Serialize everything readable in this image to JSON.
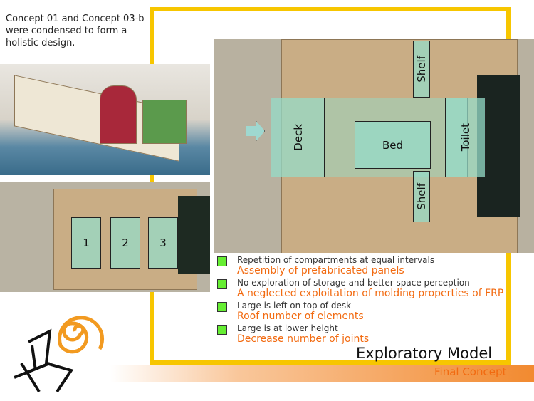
{
  "intro_text": "Concept 01 and Concept 03-b were condensed to form a holistic design.",
  "model_labels": {
    "deck": "Deck",
    "bed": "Bed",
    "toilet": "Toilet",
    "shelf_top": "Shelf",
    "shelf_bottom": "Shelf",
    "c1": "1",
    "c2": "2",
    "c3": "3"
  },
  "bullets": [
    {
      "black": "Repetition of compartments at equal intervals",
      "orange": "Assembly of prefabricated panels"
    },
    {
      "black": "No exploration of storage and better space perception",
      "orange": "A neglected exploitation of molding properties of FRP"
    },
    {
      "black": "Large is left on top of desk",
      "orange": "Roof number of elements"
    },
    {
      "black": "Large is at lower height",
      "orange": "Decrease number of joints"
    }
  ],
  "title": "Exploratory Model",
  "subtitle": "Final Concept",
  "colors": {
    "frame": "#f7c600",
    "accent": "#f26a10",
    "bullet": "#66ee33"
  }
}
